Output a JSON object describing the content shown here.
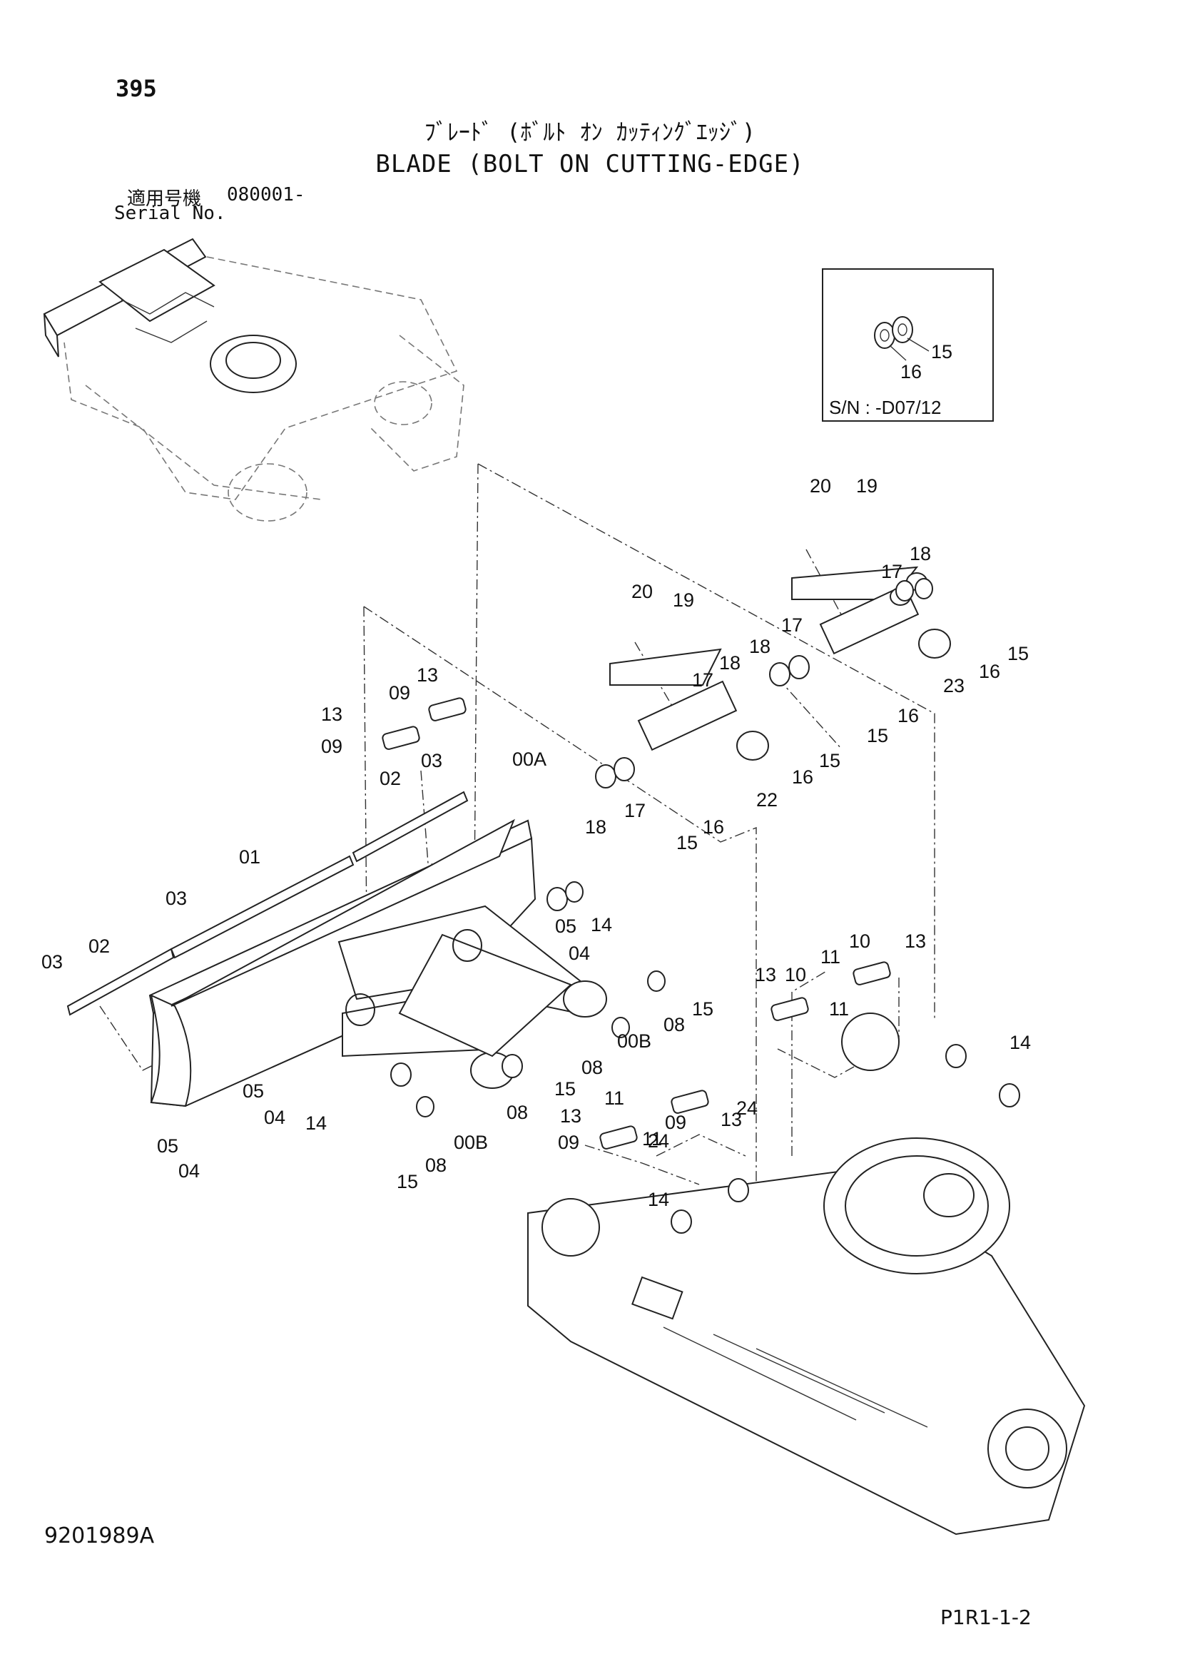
{
  "header": {
    "page_number": "395",
    "title_jp": "ﾌﾞﾚｰﾄﾞ (ﾎﾞﾙﾄ ｵﾝ ｶｯﾃｨﾝｸﾞｴｯｼﾞ)",
    "title_en": "BLADE (BOLT ON CUTTING-EDGE)",
    "serial_jp_label": "適用号機",
    "serial_value": "080001-",
    "serial_en_label": "Serial No."
  },
  "inset": {
    "serial_note": "S/N :  -D07/12",
    "labels": [
      "15",
      "16"
    ]
  },
  "callouts": {
    "c1": "20",
    "c2": "19",
    "c3": "17",
    "c4": "18",
    "c5": "17",
    "c6": "18",
    "c7": "15",
    "c8": "16",
    "c9": "23",
    "c10": "15",
    "c11": "16",
    "c12": "20",
    "c13": "19",
    "c14": "17",
    "c15": "18",
    "c16": "13",
    "c17": "09",
    "c18": "13",
    "c19": "09",
    "c20": "03",
    "c21": "02",
    "c22": "00A",
    "c23": "16",
    "c24": "15",
    "c25": "18",
    "c26": "17",
    "c27": "15",
    "c28": "16",
    "c29": "22",
    "c30": "01",
    "c31": "03",
    "c32": "02",
    "c33": "03",
    "c34": "14",
    "c35": "05",
    "c36": "04",
    "c37": "11",
    "c38": "10",
    "c39": "13",
    "c40": "13",
    "c41": "10",
    "c42": "11",
    "c43": "15",
    "c44": "08",
    "c45": "00B",
    "c46": "08",
    "c47": "15",
    "c48": "08",
    "c49": "14",
    "c50": "05",
    "c51": "04",
    "c52": "14",
    "c53": "05",
    "c54": "04",
    "c55": "09",
    "c56": "13",
    "c57": "11",
    "c58": "24",
    "c59": "13",
    "c60": "11",
    "c61": "09",
    "c62": "24",
    "c63": "14",
    "c64": "15",
    "c65": "08",
    "c66": "00B"
  },
  "footer": {
    "doc_number": "9201989A",
    "page_code": "P1R1-1-2"
  }
}
